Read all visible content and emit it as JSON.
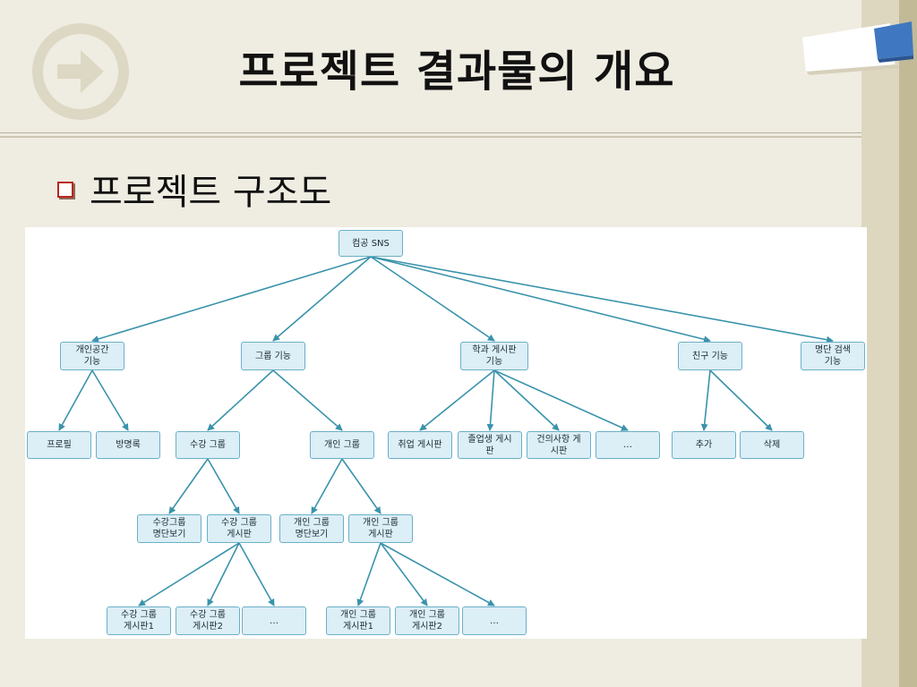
{
  "slide": {
    "title": "프로젝트 결과물의 개요",
    "bullet": "프로젝트 구조도"
  },
  "colors": {
    "background": "#efece1",
    "node_fill": "#dceef6",
    "node_border": "#6ab0c8",
    "edge": "#3a93ab",
    "bullet": "#b8261d"
  },
  "diagram": {
    "nodes": [
      {
        "id": "root",
        "label": "컴공 SNS"
      },
      {
        "id": "personal",
        "label": "개인공간\n기능"
      },
      {
        "id": "group",
        "label": "그룹 기능"
      },
      {
        "id": "dept",
        "label": "학과 게시판\n기능"
      },
      {
        "id": "friend",
        "label": "친구 기능"
      },
      {
        "id": "search",
        "label": "명단 검색\n기능"
      },
      {
        "id": "profile",
        "label": "프로필"
      },
      {
        "id": "guestbook",
        "label": "방명록"
      },
      {
        "id": "course_group",
        "label": "수강 그룹"
      },
      {
        "id": "private_group",
        "label": "개인 그룹"
      },
      {
        "id": "job_board",
        "label": "취업 게시판"
      },
      {
        "id": "alumni_board",
        "label": "졸업생 게시\n판"
      },
      {
        "id": "suggest_board",
        "label": "건의사항 게\n시판"
      },
      {
        "id": "dept_more",
        "label": "…"
      },
      {
        "id": "add",
        "label": "추가"
      },
      {
        "id": "delete",
        "label": "삭제"
      },
      {
        "id": "course_list",
        "label": "수강그룹\n명단보기"
      },
      {
        "id": "course_board",
        "label": "수강 그룹\n게시판"
      },
      {
        "id": "private_list",
        "label": "개인 그룹\n명단보기"
      },
      {
        "id": "private_board",
        "label": "개인 그룹\n게시판"
      },
      {
        "id": "course_board1",
        "label": "수강 그룹\n게시판1"
      },
      {
        "id": "course_board2",
        "label": "수강 그룹\n게시판2"
      },
      {
        "id": "course_more",
        "label": "…"
      },
      {
        "id": "private_board1",
        "label": "개인 그룹\n게시판1"
      },
      {
        "id": "private_board2",
        "label": "개인 그룹\n게시판2"
      },
      {
        "id": "private_more",
        "label": "…"
      }
    ],
    "edges": [
      [
        "root",
        "personal"
      ],
      [
        "root",
        "group"
      ],
      [
        "root",
        "dept"
      ],
      [
        "root",
        "friend"
      ],
      [
        "root",
        "search"
      ],
      [
        "personal",
        "profile"
      ],
      [
        "personal",
        "guestbook"
      ],
      [
        "group",
        "course_group"
      ],
      [
        "group",
        "private_group"
      ],
      [
        "dept",
        "job_board"
      ],
      [
        "dept",
        "alumni_board"
      ],
      [
        "dept",
        "suggest_board"
      ],
      [
        "dept",
        "dept_more"
      ],
      [
        "friend",
        "add"
      ],
      [
        "friend",
        "delete"
      ],
      [
        "course_group",
        "course_list"
      ],
      [
        "course_group",
        "course_board"
      ],
      [
        "private_group",
        "private_list"
      ],
      [
        "private_group",
        "private_board"
      ],
      [
        "course_board",
        "course_board1"
      ],
      [
        "course_board",
        "course_board2"
      ],
      [
        "course_board",
        "course_more"
      ],
      [
        "private_board",
        "private_board1"
      ],
      [
        "private_board",
        "private_board2"
      ],
      [
        "private_board",
        "private_more"
      ]
    ]
  }
}
